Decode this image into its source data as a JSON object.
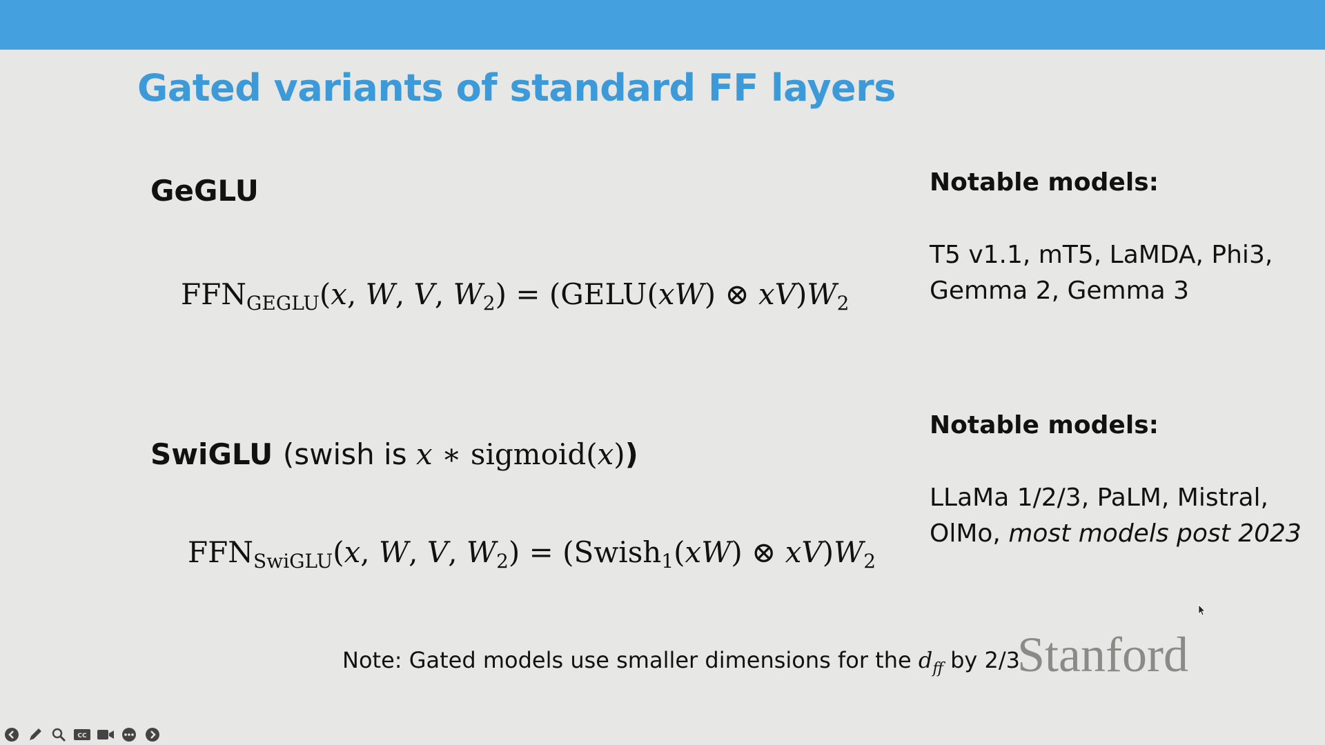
{
  "slide": {
    "title": "Gated variants of standard FF layers",
    "brand": "Stanford",
    "colors": {
      "top_bar": "#44a0df",
      "title": "#3d9ad8",
      "background": "#e7e8e5"
    }
  },
  "geglu": {
    "heading": "GeGLU",
    "formula": {
      "ffn": "FFN",
      "sub": "GEGLU",
      "lhs_args": "(x, W, V, W",
      "w2_sub": "2",
      "eq": ") = (GELU(",
      "xw": "xW",
      "otimes": ") ⊗ ",
      "xv": "xV",
      "end": ")W",
      "end_sub": "2"
    },
    "notable_heading": "Notable models:",
    "notable_models": "T5 v1.1, mT5, LaMDA, Phi3, Gemma 2, Gemma 3"
  },
  "swiglu": {
    "heading": "SwiGLU",
    "paren_text": "(swish is ",
    "paren_math": "x ∗ sigmoid(x)",
    "paren_close": ")",
    "formula": {
      "ffn": "FFN",
      "sub": "SwiGLU",
      "lhs_args": "(x, W, V, W",
      "w2_sub": "2",
      "eq": ") = (Swish",
      "swish_sub": "1",
      "open": "(",
      "xw": "xW",
      "otimes": ") ⊗ ",
      "xv": "xV",
      "end": ")W",
      "end_sub": "2"
    },
    "notable_heading": "Notable models:",
    "notable_models_plain": "LLaMa 1/2/3, PaLM, Mistral, OlMo,",
    "notable_models_italic": "most models post 2023"
  },
  "note": {
    "prefix": "Note: Gated models use smaller dimensions for the ",
    "dff_base": "d",
    "dff_sub": "ff",
    "suffix": " by 2/3"
  },
  "toolbar": {
    "icons": [
      "prev-icon",
      "pen-icon",
      "zoom-icon",
      "cc-icon",
      "camera-icon",
      "more-icon",
      "next-icon"
    ]
  }
}
